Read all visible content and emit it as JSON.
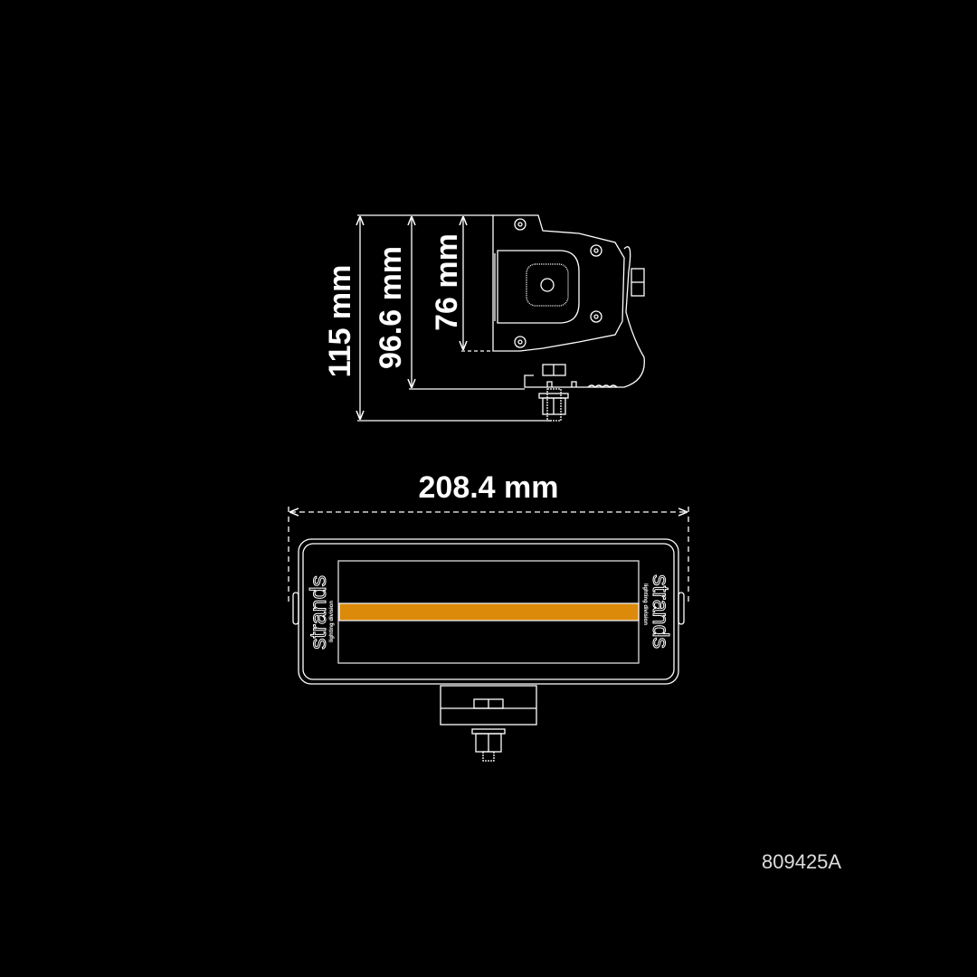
{
  "side_view": {
    "dimensions": [
      {
        "label": "115 mm",
        "value_mm": 115
      },
      {
        "label": "96.6 mm",
        "value_mm": 96.6
      },
      {
        "label": "76 mm",
        "value_mm": 76
      }
    ]
  },
  "front_view": {
    "width_dimension": {
      "label": "208.4 mm",
      "value_mm": 208.4
    },
    "logo_text": "strands",
    "logo_subtext": "lighting division",
    "light_bar_color": "#dc8a0a"
  },
  "part_number": "809425A"
}
